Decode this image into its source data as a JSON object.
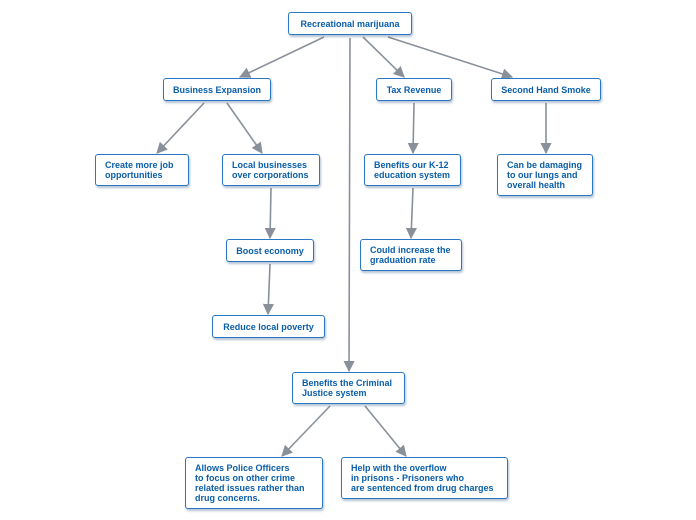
{
  "title": "Recreational marijuana",
  "nodes": {
    "root": "Recreational marijuana",
    "business": "Business Expansion",
    "tax": "Tax Revenue",
    "smoke": "Second Hand Smoke",
    "jobs": "Create more job\nopportunities",
    "local": "Local businesses\nover corporations",
    "boost": "Boost economy",
    "poverty": "Reduce local poverty",
    "k12": "Benefits our K-12\neducation system",
    "grad": "Could increase the\ngraduation rate",
    "lungs": "Can be damaging\nto our lungs and\noverall health",
    "justice": "Benefits the Criminal\nJustice system",
    "police": "Allows Police Officers\nto focus on other crime\nrelated issues rather than\ndrug concerns.",
    "overflow": "Help with the overflow\nin prisons - Prisoners who\nare sentenced from drug charges"
  },
  "colors": {
    "node_border": "#2a78c4",
    "node_text": "#0a5ea8",
    "connector": "#8a9099"
  }
}
